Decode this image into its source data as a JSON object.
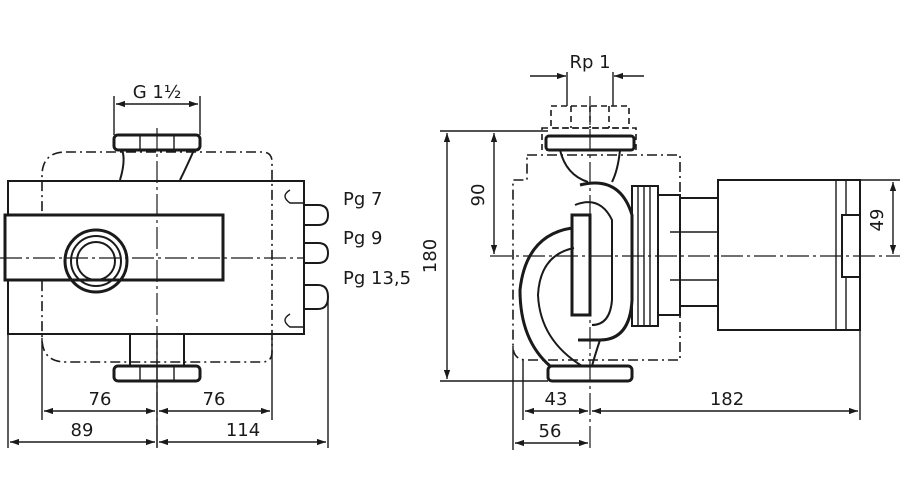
{
  "labels": {
    "left_thread": "G 1½",
    "right_thread": "Rp 1",
    "cable_1": "Pg 7",
    "cable_2": "Pg 9",
    "cable_3": "Pg 13,5"
  },
  "dimensions": {
    "left_half_inner": "76",
    "right_half_inner": "76",
    "left_overall": "89",
    "right_overall": "114",
    "total_height": "180",
    "upper_height": "90",
    "motor_height": "49",
    "flange_offset": "43",
    "flange_depth": "56",
    "motor_length": "182"
  },
  "colors": {
    "ink": "#1a1a1a",
    "background": "#ffffff"
  }
}
